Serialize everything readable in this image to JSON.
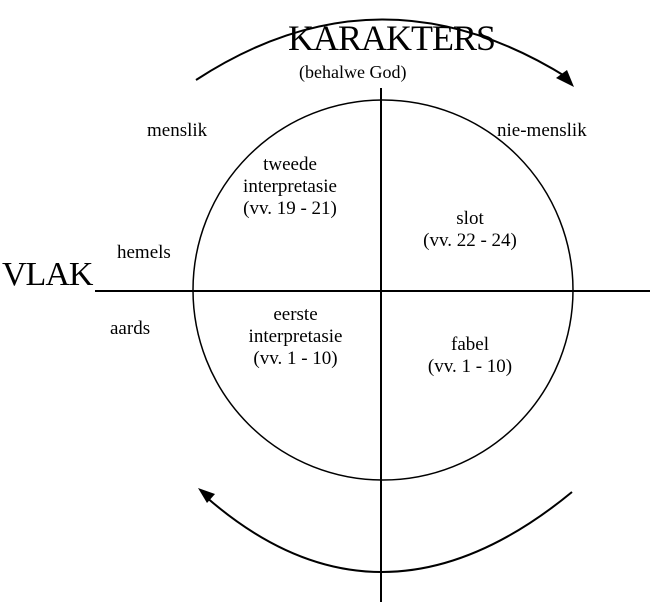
{
  "title": "KARAKTERS",
  "subtitle": "(behalwe God)",
  "left_axis": "VLAK",
  "labels": {
    "menslik": "menslik",
    "nie_menslik": "nie-menslik",
    "hemels": "hemels",
    "aards": "aards"
  },
  "quadrants": {
    "top_left": [
      "tweede",
      "interpretasie",
      "(vv. 19 - 21)"
    ],
    "top_right": [
      "slot",
      "(vv. 22 - 24)"
    ],
    "bottom_left": [
      "eerste",
      "interpretasie",
      "(vv. 1 - 10)"
    ],
    "bottom_right": [
      "fabel",
      "(vv. 1 - 10)"
    ]
  },
  "colors": {
    "ink": "#000000",
    "background": "#ffffff"
  }
}
